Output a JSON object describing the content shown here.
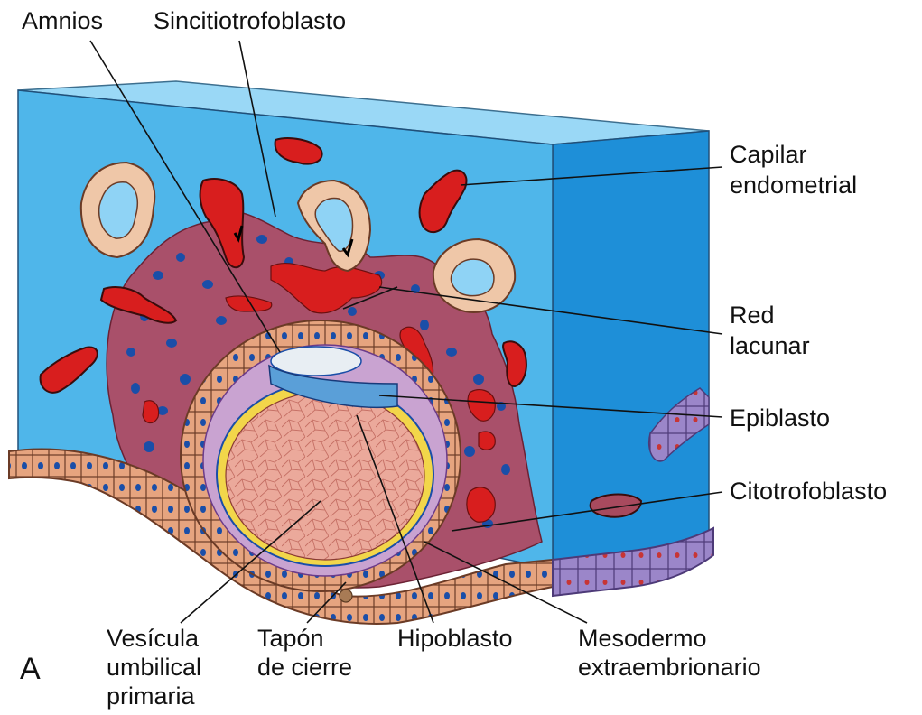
{
  "labels": {
    "amnios": "Amnios",
    "sincitiotrofoblasto": "Sincitiotrofoblasto",
    "capilar_1": "Capilar",
    "capilar_2": "endometrial",
    "red_1": "Red",
    "red_2": "lacunar",
    "epiblasto": "Epiblasto",
    "citotrofoblasto": "Citotrofoblasto",
    "vesicula_1": "Vesícula",
    "vesicula_2": "umbilical",
    "vesicula_3": "primaria",
    "tapon_1": "Tapón",
    "tapon_2": "de cierre",
    "hipoblasto": "Hipoblasto",
    "mesodermo_1": "Mesodermo",
    "mesodermo_2": "extraembrionario",
    "panel": "A"
  },
  "colors": {
    "endometrium_front": "#4db5e8",
    "endometrium_top": "#8fd3f5",
    "endometrium_side": "#1f8fd6",
    "syncytio": "#a84a5e",
    "lacunae": "#d81e1e",
    "cytotrophoblast": "#e3a17c",
    "mesoderm": "#c9a3d1",
    "yolk_sac": "#e8a79a",
    "epiblast": "#5a9fd8",
    "hypoblast": "#f2d64a",
    "nuclei": "#1a4ea8"
  }
}
